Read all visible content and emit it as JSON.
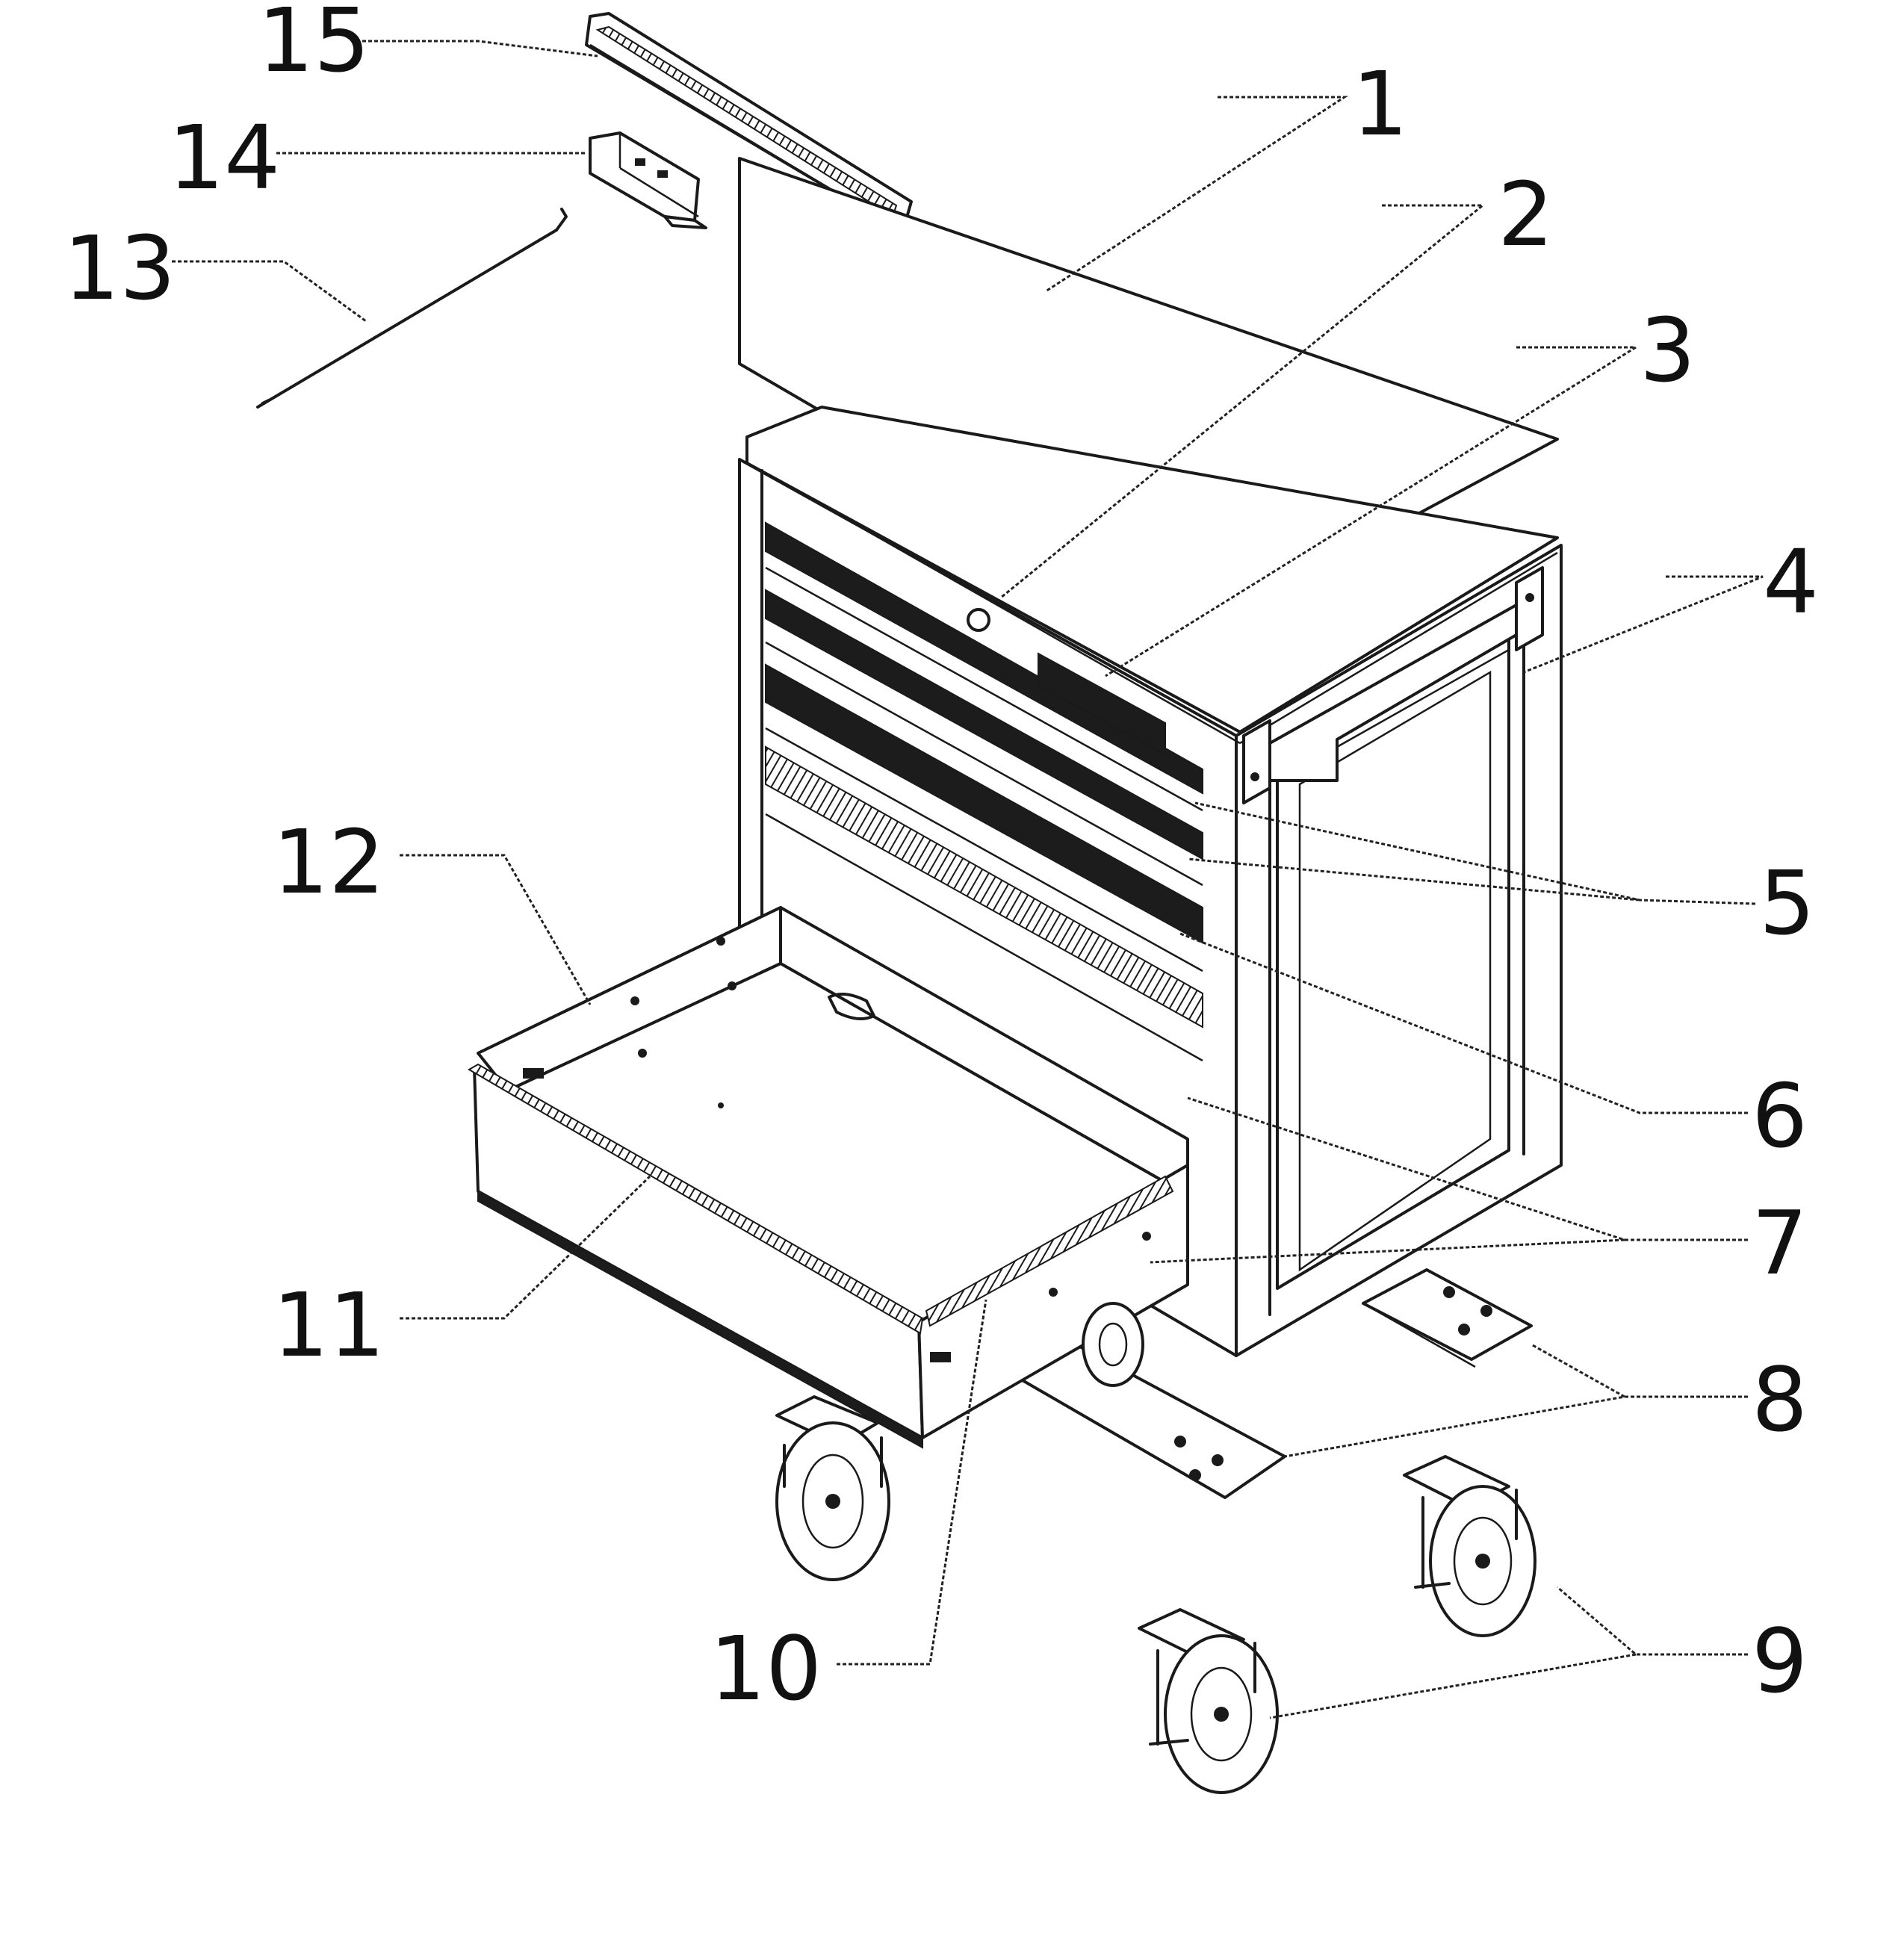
{
  "colors": {
    "ink": "#1a1a1a",
    "paper": "#ffffff"
  },
  "part_labels": [
    {
      "id": "label-1",
      "text": "1"
    },
    {
      "id": "label-2",
      "text": "2"
    },
    {
      "id": "label-3",
      "text": "3"
    },
    {
      "id": "label-4",
      "text": "4"
    },
    {
      "id": "label-5",
      "text": "5"
    },
    {
      "id": "label-6",
      "text": "6"
    },
    {
      "id": "label-7",
      "text": "7"
    },
    {
      "id": "label-8",
      "text": "8"
    },
    {
      "id": "label-9",
      "text": "9"
    },
    {
      "id": "label-10",
      "text": "10"
    },
    {
      "id": "label-11",
      "text": "11"
    },
    {
      "id": "label-12",
      "text": "12"
    },
    {
      "id": "label-13",
      "text": "13"
    },
    {
      "id": "label-14",
      "text": "14"
    },
    {
      "id": "label-15",
      "text": "15"
    }
  ]
}
